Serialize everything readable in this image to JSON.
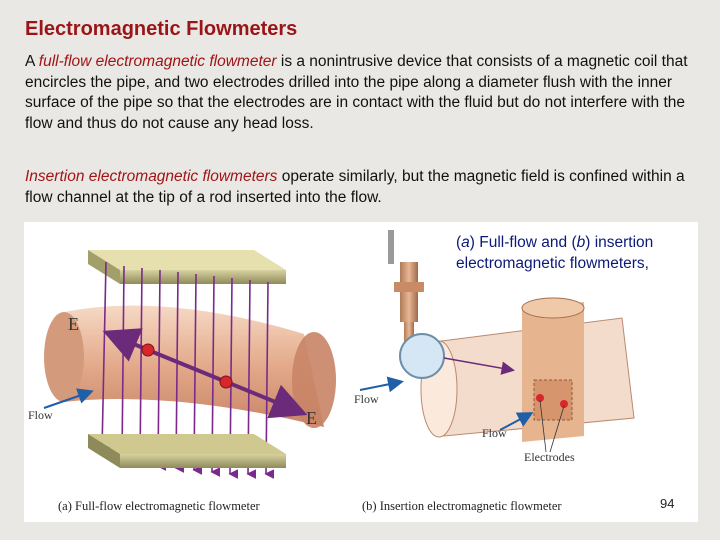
{
  "title": "Electromagnetic Flowmeters",
  "p1": {
    "lead": "A ",
    "term": "full-flow electromagnetic flowmeter",
    "rest": " is a nonintrusive device that consists of a magnetic coil that encircles the pipe, and two electrodes drilled into the pipe along a diameter flush with the inner surface of the pipe so that the electrodes are in contact with the fluid but do not interfere with the flow and thus do not cause any head loss."
  },
  "p2": {
    "term": "Insertion electromagnetic flowmeters",
    "rest": " operate similarly, but the magnetic field is confined within a flow channel at the tip of a rod inserted into the flow."
  },
  "figure": {
    "caption": {
      "open_a": "(",
      "a": "a",
      "mid": ") Full-flow and (",
      "b": "b",
      "end": ") insertion electromagnetic flowmeters,"
    },
    "label_a": "(a) Full-flow electromagnetic flowmeter",
    "label_b": "(b) Insertion electromagnetic flowmeter",
    "e_left": "E",
    "e_right": "E",
    "flow_a": "Flow",
    "flow_b1": "Flow",
    "flow_b2": "Flow",
    "electrodes": "Electrodes"
  },
  "page_number": "94",
  "colors": {
    "title": "#9b1418",
    "emphasis": "#a01416",
    "caption": "#0b1a78",
    "field_lines": "#7a2a8c",
    "pipe": "#e8b89a"
  }
}
